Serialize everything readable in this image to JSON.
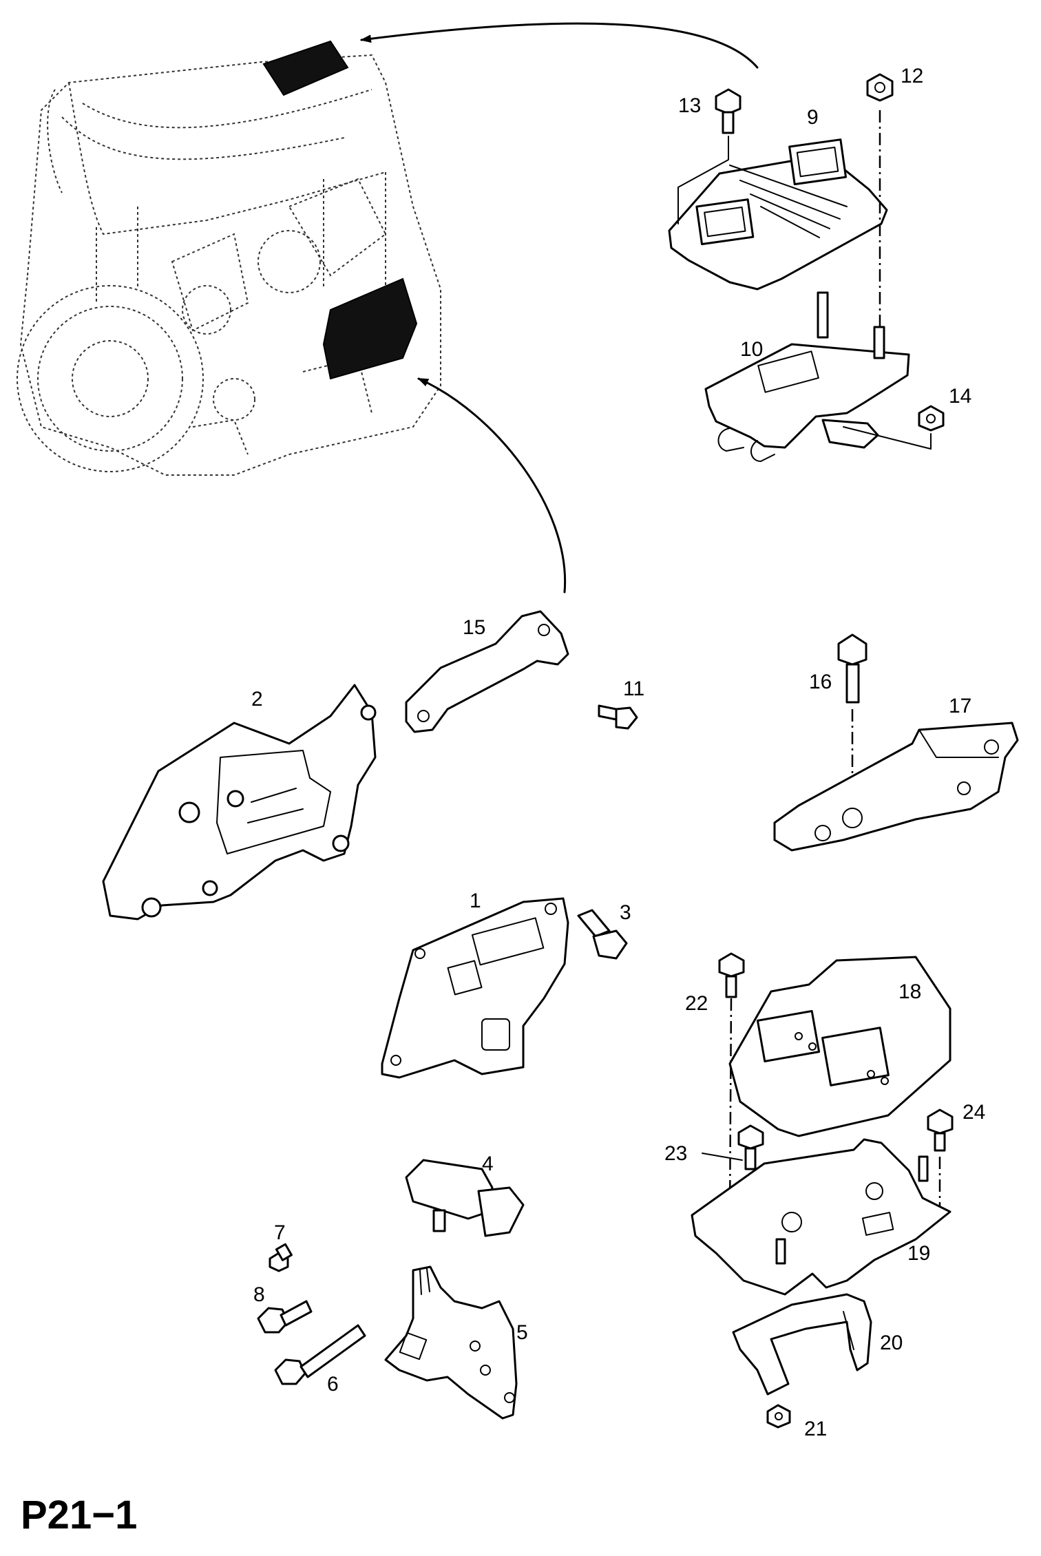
{
  "page_code": "P21−1",
  "callouts": [
    {
      "id": "c1",
      "text": "1"
    },
    {
      "id": "c2",
      "text": "2"
    },
    {
      "id": "c3",
      "text": "3"
    },
    {
      "id": "c4",
      "text": "4"
    },
    {
      "id": "c5",
      "text": "5"
    },
    {
      "id": "c6",
      "text": "6"
    },
    {
      "id": "c7",
      "text": "7"
    },
    {
      "id": "c8",
      "text": "8"
    },
    {
      "id": "c9",
      "text": "9"
    },
    {
      "id": "c10",
      "text": "10"
    },
    {
      "id": "c11",
      "text": "11"
    },
    {
      "id": "c12",
      "text": "12"
    },
    {
      "id": "c13",
      "text": "13"
    },
    {
      "id": "c14",
      "text": "14"
    },
    {
      "id": "c15",
      "text": "15"
    },
    {
      "id": "c16",
      "text": "16"
    },
    {
      "id": "c17",
      "text": "17"
    },
    {
      "id": "c18",
      "text": "18"
    },
    {
      "id": "c19",
      "text": "19"
    },
    {
      "id": "c20",
      "text": "20"
    },
    {
      "id": "c21",
      "text": "21"
    },
    {
      "id": "c22",
      "text": "22"
    },
    {
      "id": "c23",
      "text": "23"
    },
    {
      "id": "c24",
      "text": "24"
    }
  ]
}
